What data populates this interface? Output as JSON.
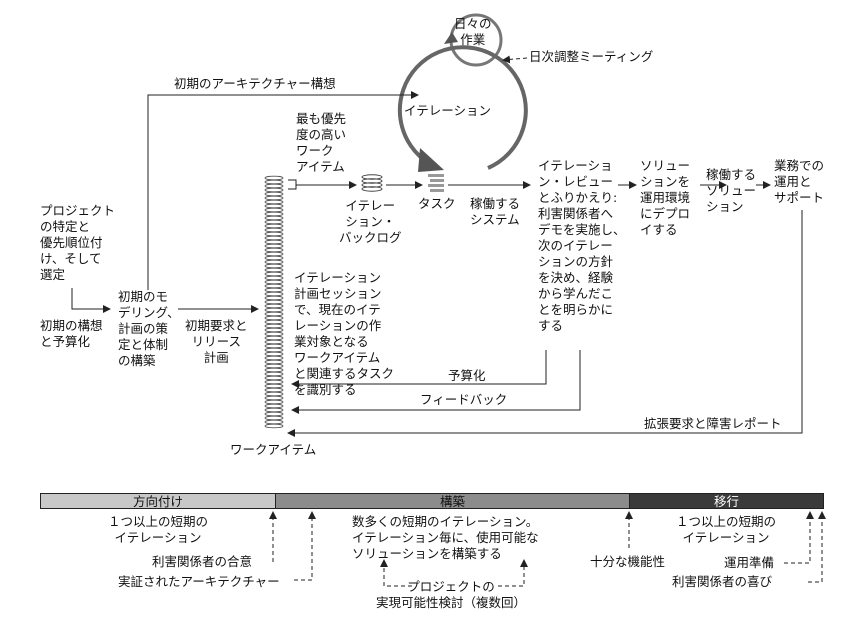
{
  "diagram": {
    "daily_work": "日々の\n作業",
    "daily_meeting": "日次調整ミーティング",
    "iteration": "イテレーション",
    "initial_architecture": "初期のアーキテクチャー構想",
    "highest_priority": "最も優先\n度の高い\nワーク\nアイテム",
    "iteration_backlog": "イテレー\nション・\nバックログ",
    "task": "タスク",
    "working_system": "稼働する\nシステム",
    "review": "イテレーショ\nン・レビュー\nとふりかえり:\n利害関係者へ\nデモを実施し、\n次のイテレー\nションの方針\nを決め、経験\nから学んだこ\nとを明らかに\nする",
    "release": "ソリュー\nションを\n運用環境\nにデプロ\nイする",
    "working_solution": "稼働する\nソリュー\nション",
    "operations": "業務での\n運用と\nサポート",
    "project_identify": "プロジェクト\nの特定と\n優先順位付\nけ、そして\n選定",
    "initial_vision": "初期の構想\nと予算化",
    "initial_modeling": "初期のモ\nデリング、\n計画の策\n定と体制\nの構築",
    "initial_requirements": "初期要求と\nリリース\n計画",
    "planning_session": "イテレーション\n計画セッション\nで、現在のイテ\nレーションの作\n業対象となる\nワークアイテム\nと関連するタスク\nを識別する",
    "budgeting": "予算化",
    "feedback": "フィードバック",
    "enhancements": "拡張要求と障害レポート",
    "work_items": "ワークアイテム"
  },
  "phases": [
    {
      "label": "方向付け",
      "color": "#c8c8c8",
      "text_color": "#111111"
    },
    {
      "label": "構築",
      "color": "#8c8c8c",
      "text_color": "#111111"
    },
    {
      "label": "移行",
      "color": "#3a3a3a",
      "text_color": "#ffffff"
    }
  ],
  "milestones": {
    "inception_iterations": "１つ以上の短期の\nイテレーション",
    "stakeholder_consensus": "利害関係者の合意",
    "proven_architecture": "実証されたアーキテクチャー",
    "construction_iterations": "数多くの短期のイテレーション。\nイテレーション毎に、使用可能な\nソリューションを構築する",
    "project_viability": "プロジェクトの\n実現可能性検討（複数回）",
    "sufficient_functionality": "十分な機能性",
    "transition_iterations": "１つ以上の短期の\nイテレーション",
    "production_ready": "運用準備",
    "delighted_stakeholders": "利害関係者の喜び"
  }
}
